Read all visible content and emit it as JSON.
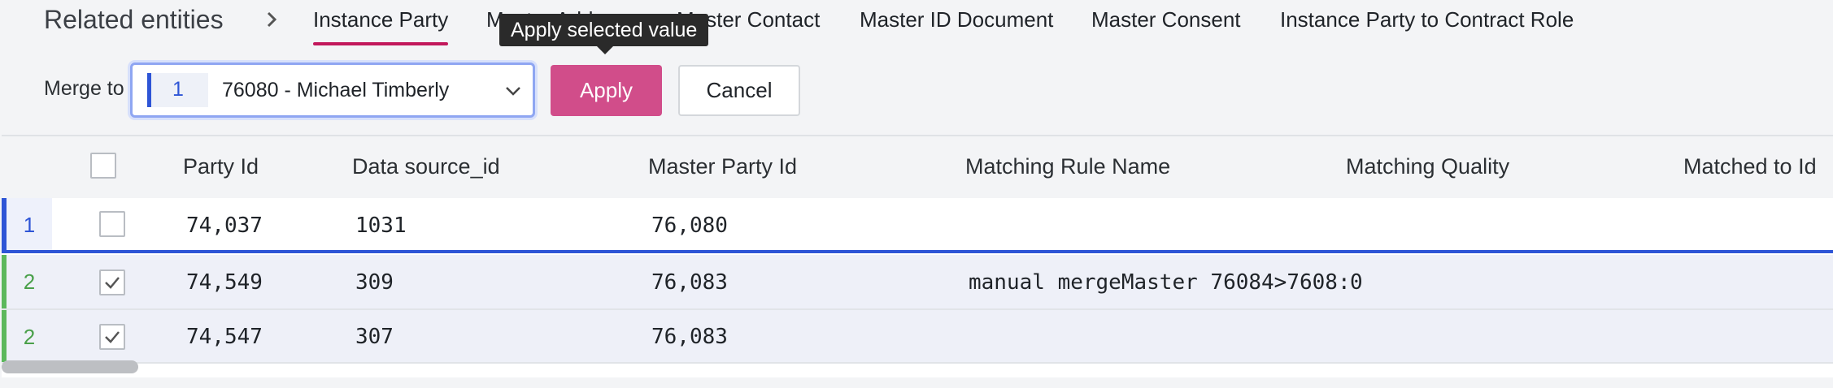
{
  "header": {
    "section_title": "Related entities",
    "tabs": [
      {
        "label": "Instance Party",
        "active": true
      },
      {
        "label": "Master Address",
        "active": false
      },
      {
        "label": "Master Contact",
        "active": false
      },
      {
        "label": "Master ID Document",
        "active": false
      },
      {
        "label": "Master Consent",
        "active": false
      },
      {
        "label": "Instance Party to Contract Role",
        "active": false
      }
    ]
  },
  "tooltip": {
    "text": "Apply selected value"
  },
  "merge": {
    "label": "Merge to",
    "selected_rank": "1",
    "selected_value": "76080 - Michael Timberly",
    "apply_label": "Apply",
    "cancel_label": "Cancel"
  },
  "table": {
    "columns": [
      "Party Id",
      "Data source_id",
      "Master Party Id",
      "Matching Rule Name",
      "Matching Quality",
      "Matched to Id"
    ],
    "rows": [
      {
        "rank": "1",
        "checked": false,
        "party_id": "74,037",
        "data_source_id": "1031",
        "master_party_id": "76,080",
        "matching_rule_name": "",
        "matching_quality": "",
        "matched_to_id": ""
      },
      {
        "rank": "2",
        "checked": true,
        "party_id": "74,549",
        "data_source_id": "309",
        "master_party_id": "76,083",
        "matching_rule_name": "manual mergeMaster 76084>7608:",
        "matching_quality": "0",
        "matched_to_id": ""
      },
      {
        "rank": "2",
        "checked": true,
        "party_id": "74,547",
        "data_source_id": "307",
        "master_party_id": "76,083",
        "matching_rule_name": "",
        "matching_quality": "",
        "matched_to_id": ""
      }
    ]
  },
  "colors": {
    "accent_pink": "#d14d8a",
    "tab_underline": "#c2185b",
    "rank_blue": "#2e55d6",
    "rank_green": "#5cb85c"
  }
}
